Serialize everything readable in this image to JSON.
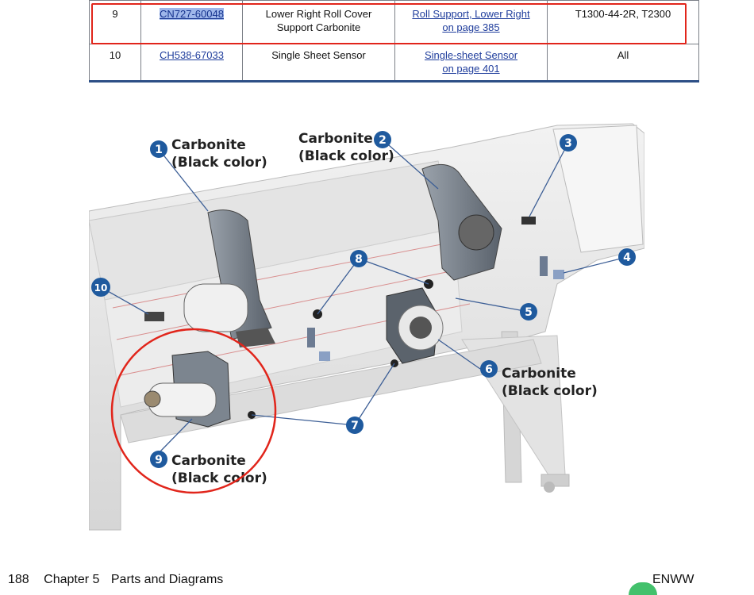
{
  "table": {
    "rows": [
      {
        "idx": "9",
        "part": "CN727-60048",
        "desc_l1": "Lower Right Roll Cover",
        "desc_l2": "Support Carbonite",
        "ref_l1": "Roll Support, Lower Right",
        "ref_l2": "on page 385",
        "models": "T1300-44-2R, T2300"
      },
      {
        "idx": "10",
        "part": "CH538-67033",
        "desc_l1": "Single Sheet Sensor",
        "desc_l2": "",
        "ref_l1": "Single-sheet Sensor",
        "ref_l2": "on page 401",
        "models": "All"
      }
    ]
  },
  "diagram": {
    "labels": {
      "c1": [
        "Carbonite",
        "(Black color)"
      ],
      "c2": [
        "Carbonite",
        "(Black color)"
      ],
      "c6": [
        "Carbonite",
        "(Black color)"
      ],
      "c9": [
        "Carbonite",
        "(Black color)"
      ]
    },
    "callouts": [
      "1",
      "2",
      "3",
      "4",
      "5",
      "6",
      "7",
      "8",
      "9",
      "10"
    ]
  },
  "footer": {
    "page": "188",
    "chapter": "Chapter 5",
    "section": "Parts and Diagrams",
    "right": "ENWW"
  },
  "colors": {
    "highlight": "#e1251b",
    "callout": "#1f5a9e",
    "link": "#1f3d9c"
  }
}
